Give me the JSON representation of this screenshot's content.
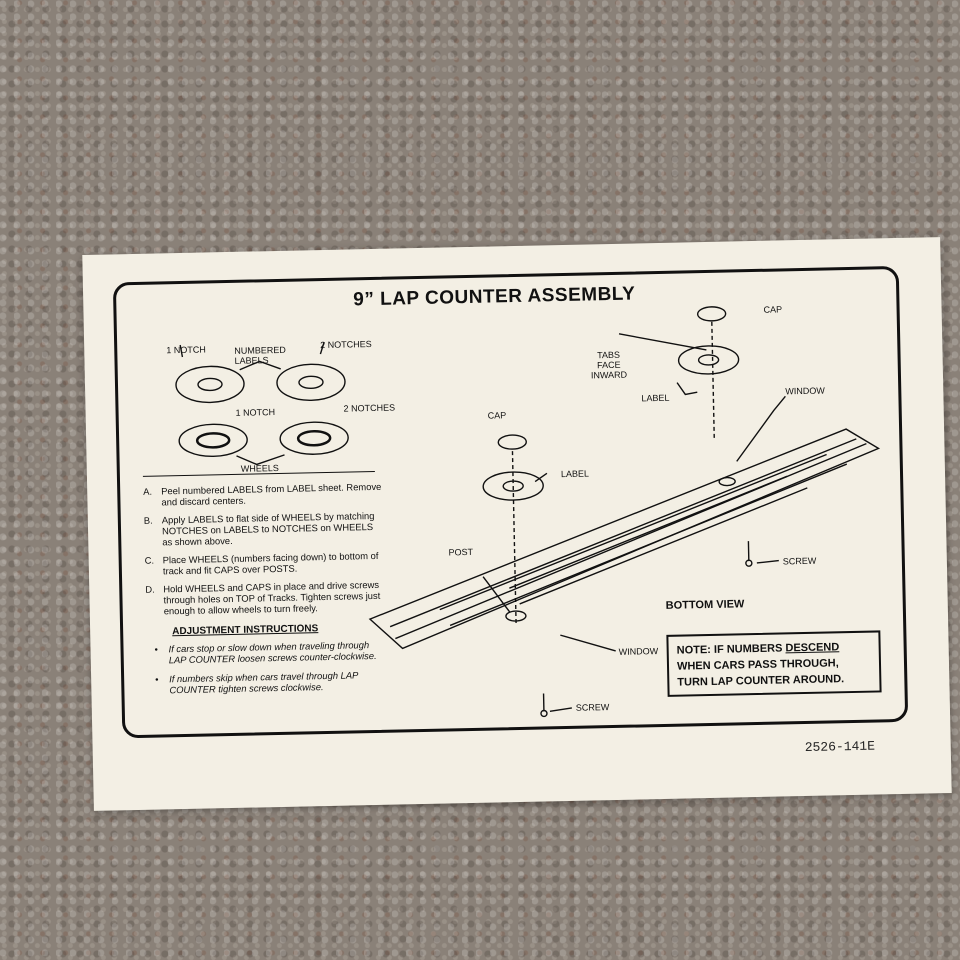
{
  "title": "9” LAP COUNTER ASSEMBLY",
  "labels": {
    "one_notch_top": "1 NOTCH",
    "numbered_labels": "NUMBERED\nLABELS",
    "two_notches_top": "2 NOTCHES",
    "one_notch_mid": "1 NOTCH",
    "two_notches_mid": "2 NOTCHES",
    "wheels": "WHEELS",
    "cap_top": "CAP",
    "tabs_face_inward": "TABS\nFACE\nINWARD",
    "label_right": "LABEL",
    "window_right": "WINDOW",
    "cap_left": "CAP",
    "label_left": "LABEL",
    "post": "POST",
    "screw_right": "SCREW",
    "bottom_view": "BOTTOM VIEW",
    "window_bottom": "WINDOW",
    "screw_bottom": "SCREW"
  },
  "instructions": [
    {
      "letter": "A.",
      "text": "Peel numbered LABELS from LABEL sheet. Remove and discard centers."
    },
    {
      "letter": "B.",
      "text": "Apply LABELS to flat side of WHEELS by matching NOTCHES on LABELS to NOTCHES on WHEELS as shown above."
    },
    {
      "letter": "C.",
      "text": "Place WHEELS (numbers facing down) to bottom of track and fit CAPS over POSTS."
    },
    {
      "letter": "D.",
      "text": "Hold WHEELS and CAPS in place and drive screws through holes on TOP of Tracks. Tighten screws just enough to allow wheels to turn freely."
    }
  ],
  "adjustment": {
    "title": "ADJUSTMENT INSTRUCTIONS",
    "bullets": [
      "If cars stop or slow down when traveling through LAP COUNTER loosen screws counter-clockwise.",
      "If numbers skip when cars travel through LAP COUNTER tighten screws clockwise."
    ]
  },
  "note": {
    "prefix": "NOTE: IF NUMBERS ",
    "emph": "DESCEND",
    "rest": " WHEN CARS PASS THROUGH, TURN LAP COUNTER AROUND."
  },
  "code": "2526-141E"
}
